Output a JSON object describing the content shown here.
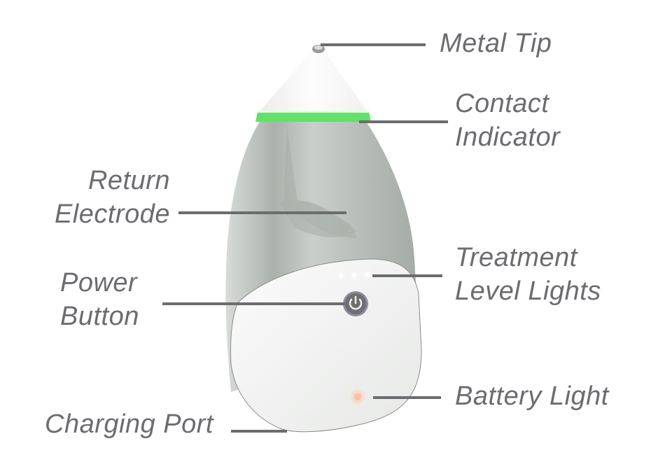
{
  "diagram": {
    "title": "Device parts callout diagram",
    "text_color": "#6b6c70",
    "line_color": "#6b6c70",
    "accent_colors": {
      "contact_indicator": "#4fdc5a",
      "battery_light": "#ffb8a0",
      "treatment_lights": "#ffffff",
      "body_gray": "#b8bfba",
      "shell_white": "#f2f3f2"
    },
    "labels": {
      "metal_tip": "Metal Tip",
      "contact_indicator": [
        "Contact",
        "Indicator"
      ],
      "return_electrode": [
        "Return",
        "Electrode"
      ],
      "power_button": [
        "Power",
        "Button"
      ],
      "treatment_level_lights": [
        "Treatment",
        "Level Lights"
      ],
      "battery_light": "Battery Light",
      "charging_port": "Charging Port"
    },
    "icons": {
      "power_button": "power-symbol"
    }
  }
}
